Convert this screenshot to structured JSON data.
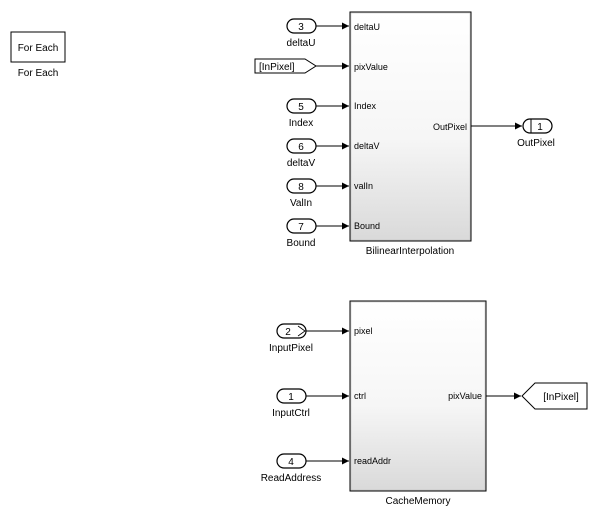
{
  "for_each": {
    "block_label": "For Each",
    "caption": "For Each"
  },
  "bilinear": {
    "name": "BilinearInterpolation",
    "inputs": [
      "deltaU",
      "pixValue",
      "Index",
      "deltaV",
      "valIn",
      "Bound"
    ],
    "output": "OutPixel"
  },
  "bilinear_sources": {
    "deltaU": {
      "num": "3",
      "name": "deltaU"
    },
    "goto_from": "[InPixel]",
    "index": {
      "num": "5",
      "name": "Index"
    },
    "deltaV": {
      "num": "6",
      "name": "deltaV"
    },
    "valIn": {
      "num": "8",
      "name": "ValIn"
    },
    "bound": {
      "num": "7",
      "name": "Bound"
    }
  },
  "outport": {
    "num": "1",
    "name": "OutPixel"
  },
  "cache": {
    "name": "CacheMemory",
    "inputs": [
      "pixel",
      "ctrl",
      "readAddr"
    ],
    "output": "pixValue"
  },
  "cache_sources": {
    "input_pixel": {
      "num": "2",
      "name": "InputPixel"
    },
    "input_ctrl": {
      "num": "1",
      "name": "InputCtrl"
    },
    "read_address": {
      "num": "4",
      "name": "ReadAddress"
    }
  },
  "goto_tag": "[InPixel]"
}
